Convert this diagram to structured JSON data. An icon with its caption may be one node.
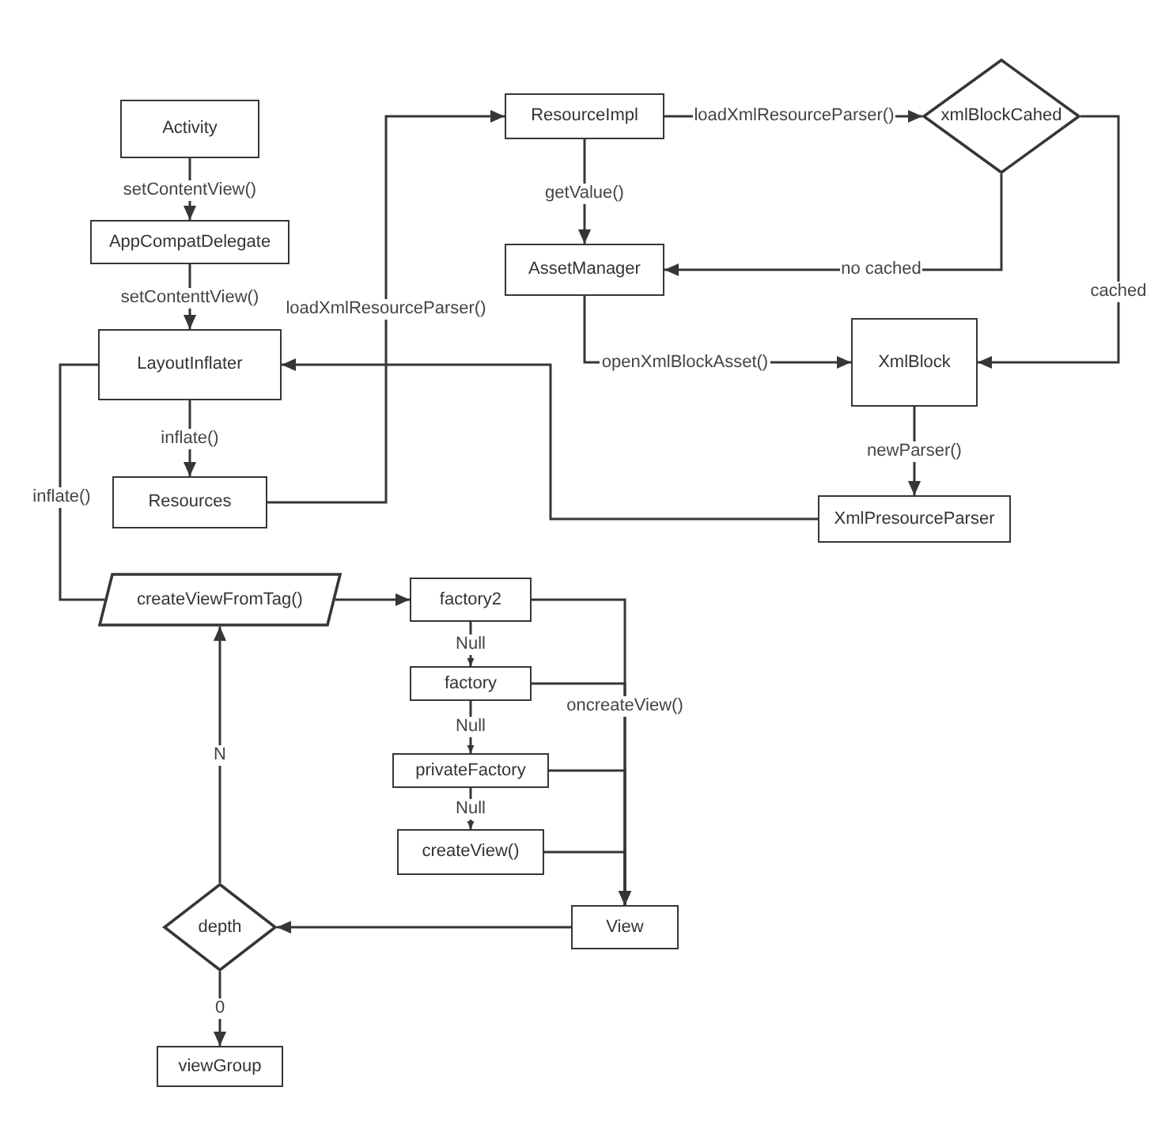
{
  "diagram": {
    "nodes": [
      {
        "text": [
          "Activity"
        ]
      },
      {
        "text": [
          "AppCompatDelegate"
        ]
      },
      {
        "text": [
          "LayoutInflater"
        ]
      },
      {
        "text": [
          "Resources"
        ]
      },
      {
        "text": [
          "ResourceImpl"
        ]
      },
      {
        "text": [
          "xmlBlockCahed"
        ]
      },
      {
        "text": [
          "AssetManager"
        ]
      },
      {
        "text": [
          "XmlBlock"
        ]
      },
      {
        "text": [
          "XmlPresourceParser"
        ]
      },
      {
        "text": [
          "createViewFromTag()"
        ]
      },
      {
        "text": [
          "factory2"
        ]
      },
      {
        "text": [
          "factory"
        ]
      },
      {
        "text": [
          "privateFactory"
        ]
      },
      {
        "text": [
          "createView()"
        ]
      },
      {
        "text": [
          "View"
        ]
      },
      {
        "text": [
          "depth"
        ]
      },
      {
        "text": [
          "viewGroup"
        ]
      }
    ],
    "edges": [
      {
        "from": 0,
        "to": 1,
        "arrow": "to",
        "label": "setContentView()"
      },
      {
        "from": 1,
        "to": 2,
        "arrow": "to",
        "label": "setContenttView()"
      },
      {
        "from": 2,
        "to": 3,
        "arrow": "to",
        "label": "inflate()"
      },
      {
        "from": 3,
        "to": 4,
        "arrow": "to",
        "label": "loadXmlResourceParser()"
      },
      {
        "from": 4,
        "to": 5,
        "arrow": "to",
        "label": "loadXmlResourceParser()"
      },
      {
        "from": 4,
        "to": 6,
        "arrow": "to",
        "label": "getValue()"
      },
      {
        "from": 5,
        "to": 6,
        "arrow": "to",
        "label": "no cached"
      },
      {
        "from": 5,
        "to": 7,
        "arrow": "to",
        "label": "cached"
      },
      {
        "from": 6,
        "to": 7,
        "arrow": "to",
        "label": "openXmlBlockAsset()"
      },
      {
        "from": 7,
        "to": 8,
        "arrow": "to",
        "label": "newParser()"
      },
      {
        "from": 8,
        "to": 2,
        "arrow": "to"
      },
      {
        "from": 2,
        "to": 9,
        "arrow": "none",
        "label": "inflate()"
      },
      {
        "from": 9,
        "to": 10,
        "arrow": "to"
      },
      {
        "from": 10,
        "to": 11,
        "arrow": "to",
        "label": "Null"
      },
      {
        "from": 11,
        "to": 12,
        "arrow": "to",
        "label": "Null"
      },
      {
        "from": 12,
        "to": 13,
        "arrow": "to",
        "label": "Null"
      },
      {
        "from": 10,
        "to": 14,
        "arrow": "to",
        "label": "oncreateView()"
      },
      {
        "from": 11,
        "to": 14,
        "arrow": "to"
      },
      {
        "from": 12,
        "to": 14,
        "arrow": "to"
      },
      {
        "from": 13,
        "to": 14,
        "arrow": "to"
      },
      {
        "from": 14,
        "to": 15,
        "arrow": "to"
      },
      {
        "from": 15,
        "to": 9,
        "arrow": "to",
        "label": "N"
      },
      {
        "from": 15,
        "to": 16,
        "arrow": "to",
        "label": "0"
      }
    ]
  }
}
